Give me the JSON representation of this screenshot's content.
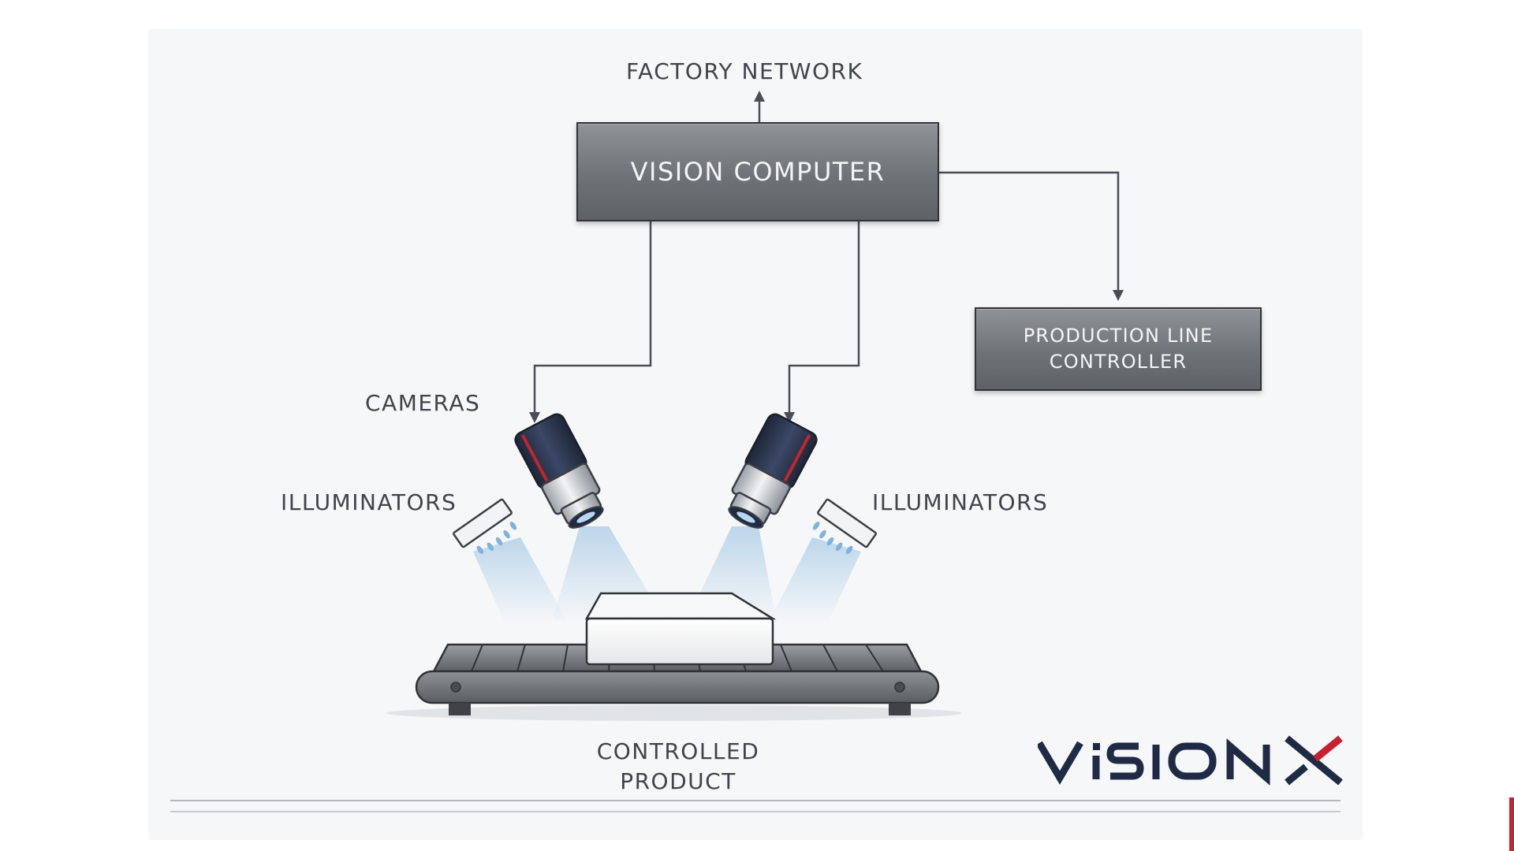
{
  "diagram": {
    "factory_network": "FACTORY NETWORK",
    "vision_computer": "VISION COMPUTER",
    "production_line_controller": [
      "PRODUCTION LINE",
      "CONTROLLER"
    ],
    "cameras": "CAMERAS",
    "illuminators_left": "ILLUMINATORS",
    "illuminators_right": "ILLUMINATORS",
    "controlled_product": [
      "CONTROLLED",
      "PRODUCT"
    ]
  },
  "logo": {
    "text": "VISION X",
    "colors": {
      "wordmark": "#1f2a44",
      "x_mark": "#c8202e"
    }
  },
  "colors": {
    "box_fill": "#6e7378",
    "box_text": "#f4f5f6",
    "label_text": "#3f444b",
    "connector": "#4a4e54",
    "camera_body": "#2e3a52",
    "accent_red": "#c0262d",
    "light_beam": "#a9cbe6"
  }
}
